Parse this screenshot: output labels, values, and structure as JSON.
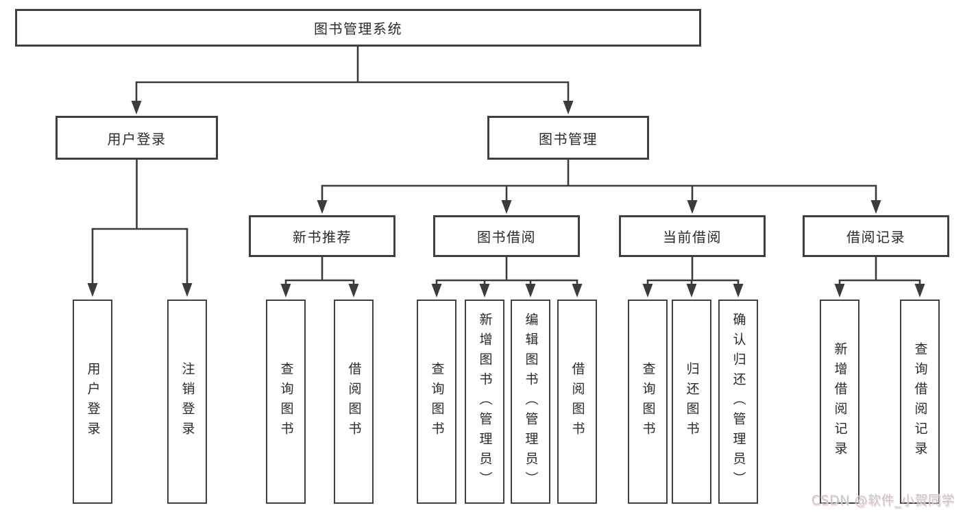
{
  "diagram": {
    "root": {
      "label": "图书管理系统",
      "children": [
        {
          "label": "用户登录",
          "children": [
            {
              "label": "用户登录"
            },
            {
              "label": "注销登录"
            }
          ]
        },
        {
          "label": "图书管理",
          "children": [
            {
              "label": "新书推荐",
              "children": [
                {
                  "label": "查询图书"
                },
                {
                  "label": "借阅图书"
                }
              ]
            },
            {
              "label": "图书借阅",
              "children": [
                {
                  "label": "查询图书"
                },
                {
                  "label": "新增图书（管理员）"
                },
                {
                  "label": "编辑图书（管理员）"
                },
                {
                  "label": "借阅图书"
                }
              ]
            },
            {
              "label": "当前借阅",
              "children": [
                {
                  "label": "查询图书"
                },
                {
                  "label": "归还图书"
                },
                {
                  "label": "确认归还（管理员）"
                }
              ]
            },
            {
              "label": "借阅记录",
              "children": [
                {
                  "label": "新增借阅记录"
                },
                {
                  "label": "查询借阅记录"
                }
              ]
            }
          ]
        }
      ]
    }
  },
  "watermark": {
    "text": "CSDN @软件_小贺同学"
  },
  "colors": {
    "line": "#3b3b3b",
    "box_border": "#3f3f3f",
    "text": "#2a2a2a",
    "watermark": "#c6c6c6",
    "background": "#ffffff"
  }
}
